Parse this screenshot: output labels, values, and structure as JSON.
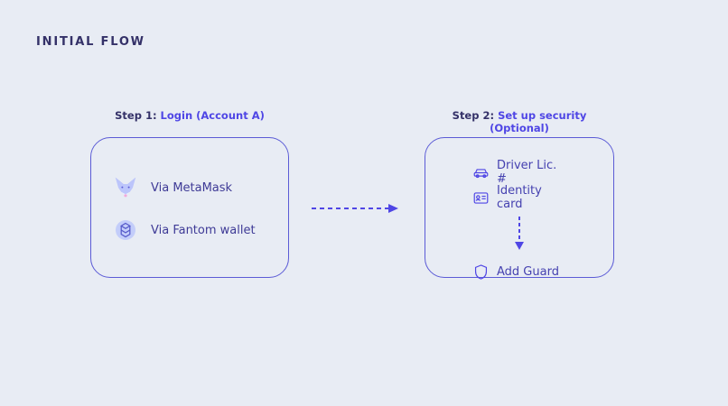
{
  "page": {
    "title": "INITIAL FLOW"
  },
  "colors": {
    "background": "#e8ecf4",
    "accent": "#4f46e5",
    "box_border": "#5b5bd6",
    "heading_text": "#343168",
    "item_text": "#3e3a96"
  },
  "icons": {
    "metamask": "fox-head",
    "fantom": "circle-token",
    "driver_license": "car",
    "identity_card": "id-card",
    "add_guard": "shield",
    "between_steps": "dashed-arrow-right",
    "inside_step2": "dashed-arrow-down"
  },
  "flow": {
    "step1": {
      "prefix": "Step 1: ",
      "title": "Login (Account A)",
      "items": [
        {
          "icon": "metamask-icon",
          "label": "Via MetaMask"
        },
        {
          "icon": "fantom-icon",
          "label": "Via Fantom wallet"
        }
      ]
    },
    "step2": {
      "prefix": "Step 2: ",
      "title": "Set up security (Optional)",
      "items": [
        {
          "icon": "car-icon",
          "label": "Driver Lic. #"
        },
        {
          "icon": "id-card-icon",
          "label": "Identity card"
        },
        {
          "icon": "shield-icon",
          "label": "Add Guard"
        }
      ]
    }
  }
}
